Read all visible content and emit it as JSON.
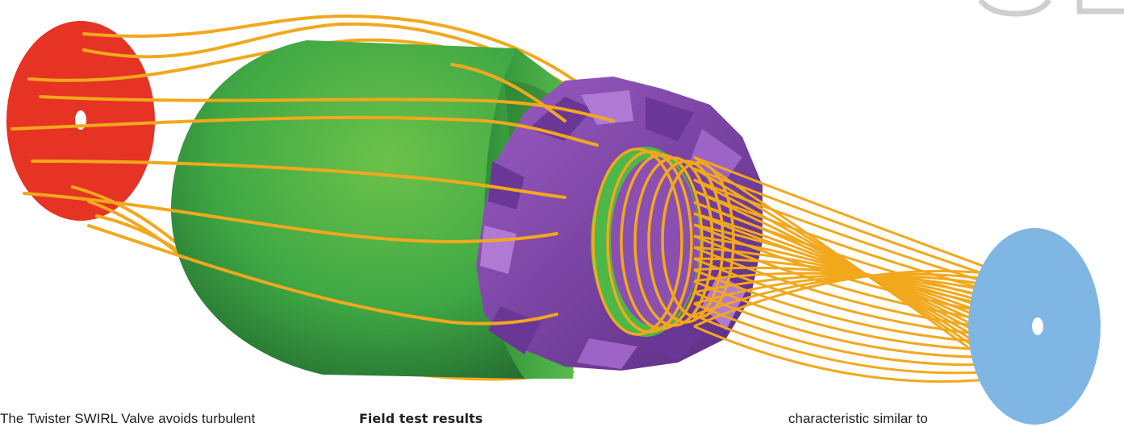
{
  "illustration": {
    "subject": "Twister SWIRL Valve flow diagram",
    "colors": {
      "inlet_disc": "#e63323",
      "body_green": "#4cb847",
      "body_green_dark": "#1f6b2e",
      "swirl_vanes": "#8a4fb0",
      "swirl_vanes_dark": "#5a2c82",
      "streamlines": "#f2a81d",
      "outlet_disc": "#7fb6e3",
      "corner_mark": "#c8c8c8"
    }
  },
  "text": {
    "column1": "The Twister SWIRL Valve avoids turbulent",
    "column2_heading": "Field test results",
    "column3": "characteristic similar to"
  }
}
